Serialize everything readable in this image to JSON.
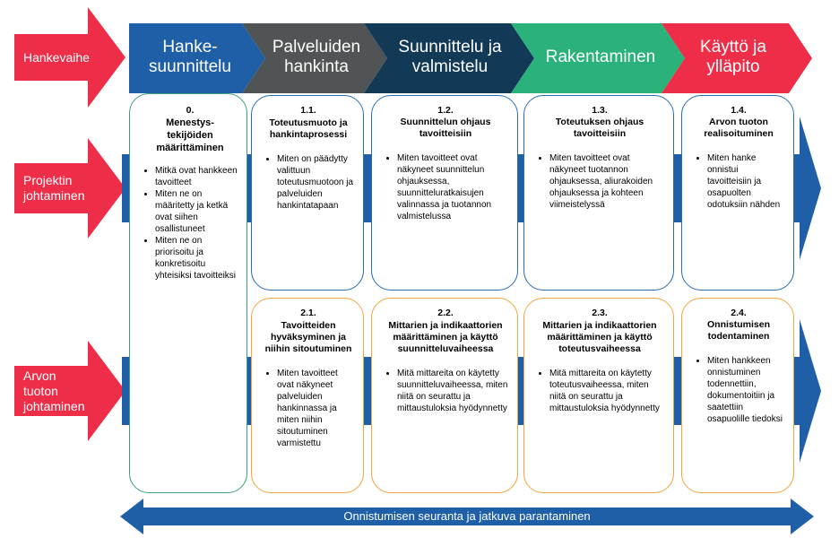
{
  "row_labels": {
    "hankevaihe": "Hankevaihe",
    "projektin": "Projektin johtaminen",
    "arvon": "Arvon tuoton johtaminen"
  },
  "phases": [
    {
      "label": "Hanke-suunnittelu",
      "color": "#1f5fa8"
    },
    {
      "label": "Palveluiden hankinta",
      "color": "#515455"
    },
    {
      "label": "Suunnittelu ja valmistelu",
      "color": "#123a57"
    },
    {
      "label": "Rakentaminen",
      "color": "#2bb27a"
    },
    {
      "label": "Käyttö ja ylläpito",
      "color": "#ee2e48"
    }
  ],
  "box0": {
    "num": "0.",
    "title": "Menestys-tekijöiden määrittäminen",
    "items": [
      "Mitkä ovat hankkeen tavoitteet",
      "Miten ne on määritetty ja ketkä ovat siihen osallistuneet",
      "Miten ne on priorisoitu ja konkretisoitu yhteisiksi tavoitteiksi"
    ]
  },
  "row1": [
    {
      "num": "1.1.",
      "title": "Toteutusmuoto ja hankintaprosessi",
      "items": [
        "Miten on päädytty valittuun toteutusmuotoon ja palveluiden hankintatapaan"
      ]
    },
    {
      "num": "1.2.",
      "title": "Suunnittelun ohjaus tavoitteisiin",
      "items": [
        "Miten tavoitteet ovat näkyneet suunnittelun ohjauksessa, suunnitteluratkaisujen valinnassa ja tuotannon valmistelussa"
      ]
    },
    {
      "num": "1.3.",
      "title": "Toteutuksen ohjaus tavoitteisiin",
      "items": [
        "Miten tavoitteet ovat näkyneet tuotannon ohjauksessa, aliurakoiden ohjauksessa ja kohteen viimeistelyssä"
      ]
    },
    {
      "num": "1.4.",
      "title": "Arvon tuoton realisoituminen",
      "items": [
        "Miten hanke onnistui tavoitteisiin ja osapuolten odotuksiin nähden"
      ]
    }
  ],
  "row2": [
    {
      "num": "2.1.",
      "title": "Tavoitteiden hyväksyminen ja niihin sitoutuminen",
      "items": [
        "Miten tavoitteet ovat näkyneet palveluiden hankinnassa ja miten niihin sitoutuminen varmistettu"
      ]
    },
    {
      "num": "2.2.",
      "title": "Mittarien ja indikaattorien määrittäminen ja käyttö suunnitteluvaiheessa",
      "items": [
        "Mitä mittareita on käytetty suunnitteluvaiheessa, miten niitä on seurattu ja mittaustuloksia hyödynnetty"
      ]
    },
    {
      "num": "2.3.",
      "title": "Mittarien ja indikaattorien määrittäminen ja käyttö toteutusvaiheessa",
      "items": [
        "Mitä mittareita on käytetty toteutusvaiheessa, miten niitä on seurattu ja mittaustuloksia hyödynnetty"
      ]
    },
    {
      "num": "2.4.",
      "title": "Onnistumisen todentaminen",
      "items": [
        "Miten hankkeen onnistuminen todennettiin, dokumentoitiin ja saatettiin osapuolille tiedoksi"
      ]
    }
  ],
  "bottom_arrow": "Onnistumisen seuranta ja jatkuva parantaminen",
  "colors": {
    "red_arrow": "#ee2e48",
    "blue_arrow": "#1f5fa8",
    "green_border": "#3aa17e",
    "blue_border": "#2a6db5",
    "orange_border": "#f0a43c"
  }
}
